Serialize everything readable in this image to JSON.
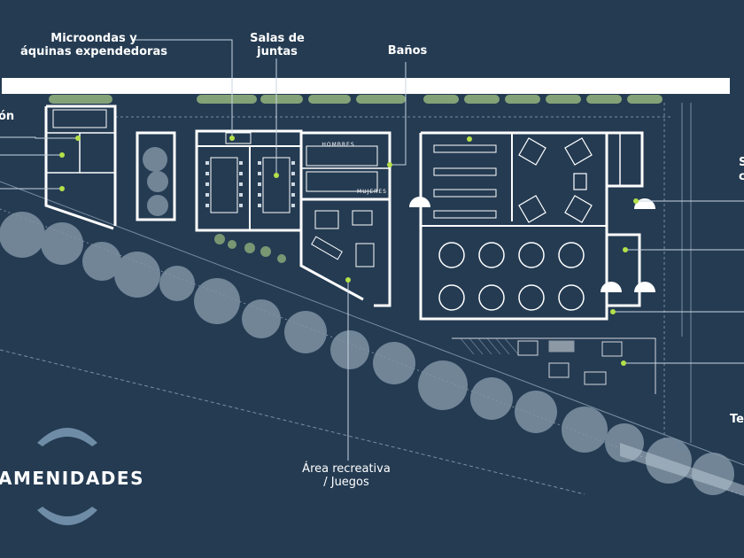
{
  "labels": {
    "microondas_line1": "Microondas y",
    "microondas_line2": "áquinas expendedoras",
    "salas_line1": "Salas de",
    "salas_line2": "juntas",
    "banos": "Baños",
    "area_line1": "Área recreativa",
    "area_line2": "/ Juegos",
    "left_cut": "ón",
    "right_cut_s": "S",
    "right_cut_c": "c",
    "right_cut_te": "Te"
  },
  "rooms": {
    "hombres": "HOMBRES",
    "mujeres": "MUJERES"
  },
  "section": {
    "title": "AMENIDADES"
  },
  "colors": {
    "background": "#243b52",
    "walls": "#ffffff",
    "accent_dot": "#b4e04a",
    "leader_lines": "#c8d6e2",
    "trees": "#7f93a4",
    "chevron": "#6f8ca6",
    "hedge": "#9fbf8a"
  }
}
